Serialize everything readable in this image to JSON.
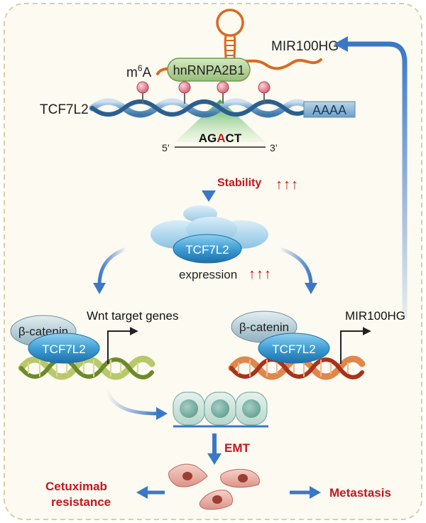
{
  "labels": {
    "mir100hg_top": "MIR100HG",
    "m6a_prefix": "m",
    "m6a_super": "6",
    "m6a_suffix": "A",
    "hnrnp": "hnRNPA2B1",
    "tcf7l2_gene": "TCF7L2",
    "polya": "AAAA",
    "motif_a1": "AG",
    "motif_a2": "A",
    "motif_a3": "CT",
    "five_prime": "5’",
    "three_prime": "3’",
    "stability": "Stability",
    "stability_arrows": "↑↑↑",
    "protein": "TCF7L2",
    "expression": "expression",
    "expression_arrows": "↑↑↑",
    "bcat_left": "β-catenin",
    "tcf_left": "TCF7L2",
    "wnt_target": "Wnt target genes",
    "bcat_right": "β-catenin",
    "tcf_right": "TCF7L2",
    "mir100hg_right": "MIR100HG",
    "emt": "EMT",
    "cetuximab_1": "Cetuximab",
    "cetuximab_2": "resistance",
    "metastasis": "Metastasis"
  },
  "colors": {
    "background": "#fcfaf1",
    "border": "#d9cfa6",
    "arrow_blue": "#3a78c6",
    "red_text": "#c4161c",
    "rna_orange": "#d9691e",
    "dna_blue": "#8fb8d8",
    "protein_blue": "#3a9ad1",
    "hnrnp_green": "#a9c98c",
    "m6a_pink": "#e07a8a",
    "cell_teal": "#cde4de",
    "fibro_pink": "#e8a8a0"
  }
}
